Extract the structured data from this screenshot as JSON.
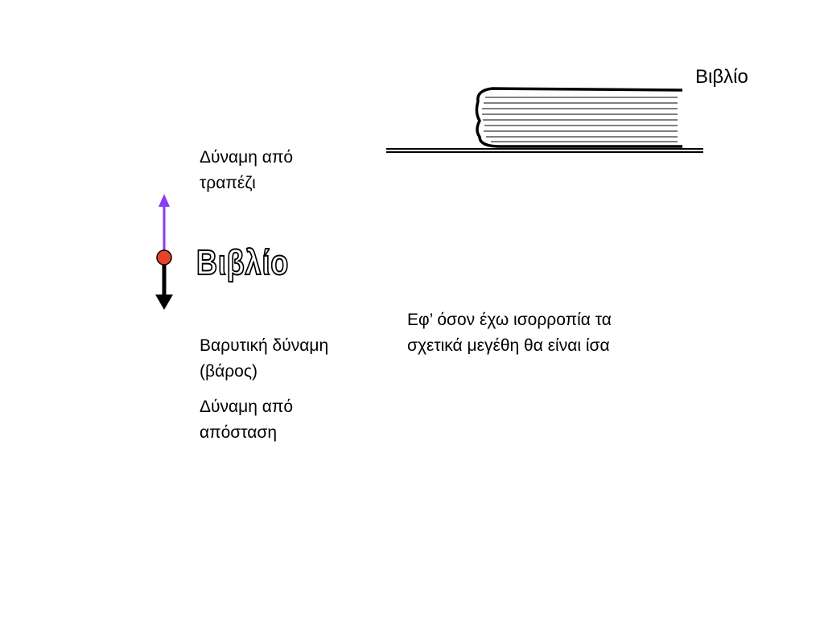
{
  "labels": {
    "book": "Βιβλίο",
    "table_force": [
      "Δύναμη από",
      "τραπέζι"
    ],
    "gravity_force": [
      "Βαρυτική δύναμη",
      "(βάρος)"
    ],
    "distance_force": [
      "Δύναμη από",
      "απόσταση"
    ],
    "equilibrium_note": [
      "Εφ’ όσον έχω ισορροπία τα",
      "σχετικά μεγέθη θα είναι ίσα"
    ],
    "outline_title": "Βιβλίο"
  },
  "colors": {
    "normal_force_arrow": "#8a3cf0",
    "gravity_arrow": "#000000",
    "object_dot": "#e8432a"
  },
  "icons": {
    "book": "book-stack-icon",
    "table": "table-surface",
    "object": "point-object"
  }
}
